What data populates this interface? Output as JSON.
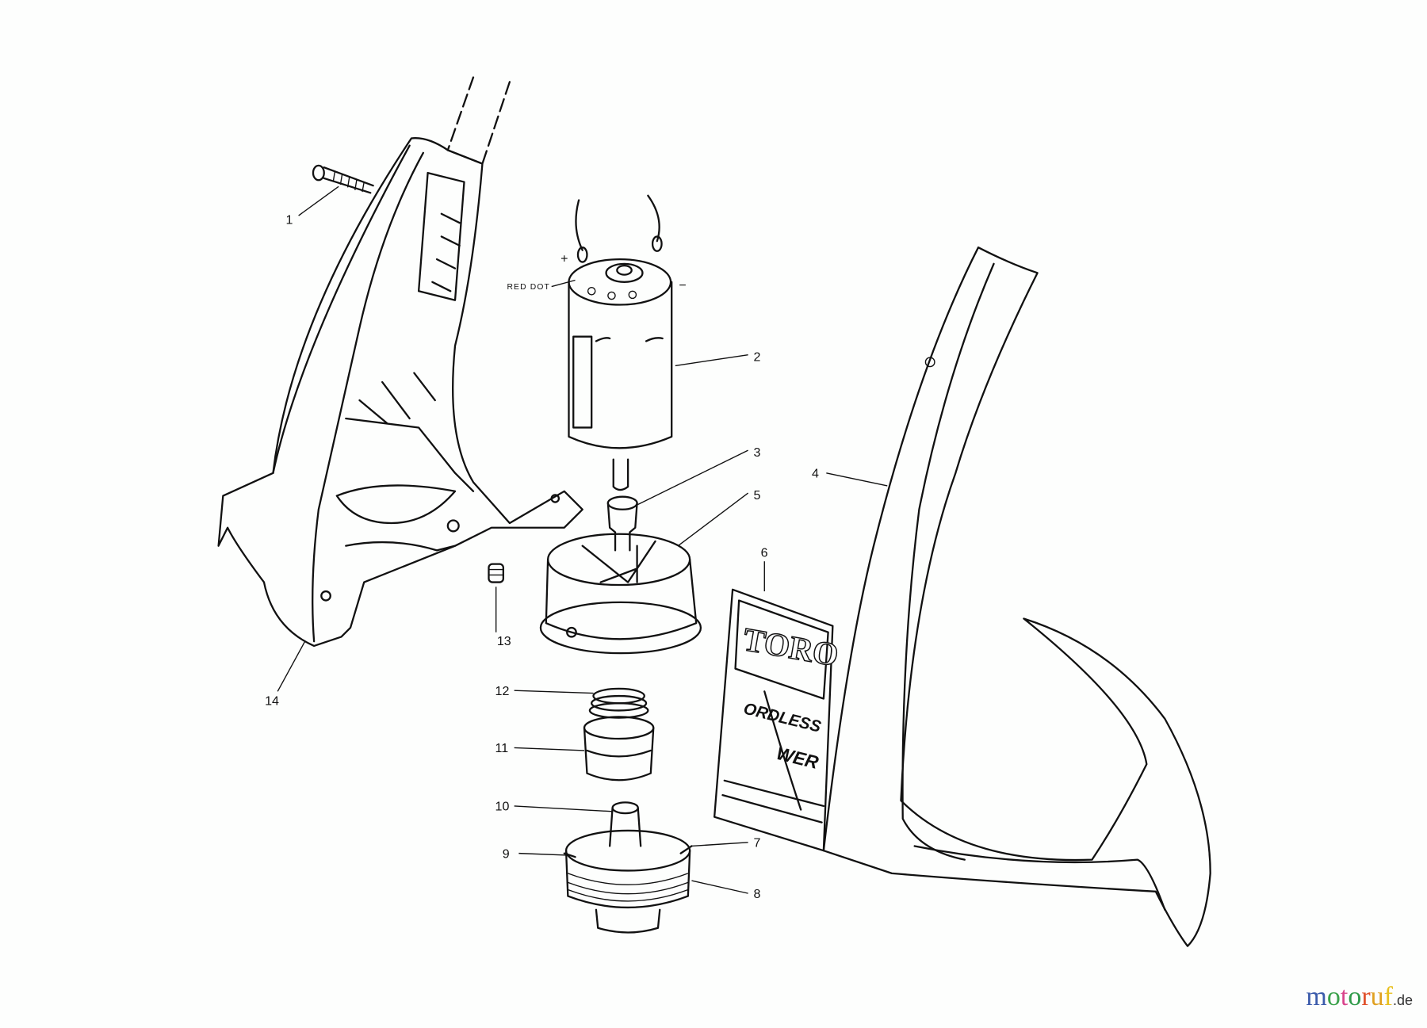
{
  "callouts": {
    "p1": "1",
    "p2": "2",
    "p3": "3",
    "p4": "4",
    "p5": "5",
    "p6": "6",
    "p7": "7",
    "p8": "8",
    "p9": "9",
    "p10": "10",
    "p11": "11",
    "p12": "12",
    "p13": "13",
    "p14": "14"
  },
  "motor_labels": {
    "red_dot": "RED DOT",
    "plus": "+",
    "minus": "−"
  },
  "decal": {
    "brand": "TORO",
    "line1": "ORDLESS",
    "line2": "WER"
  },
  "watermark": {
    "name": "motoruf",
    "tld": ".de",
    "colors": [
      "#3b5bab",
      "#3aa14a",
      "#d9448c",
      "#2f9a49",
      "#e0502a",
      "#e0a020",
      "#e8c020"
    ]
  }
}
